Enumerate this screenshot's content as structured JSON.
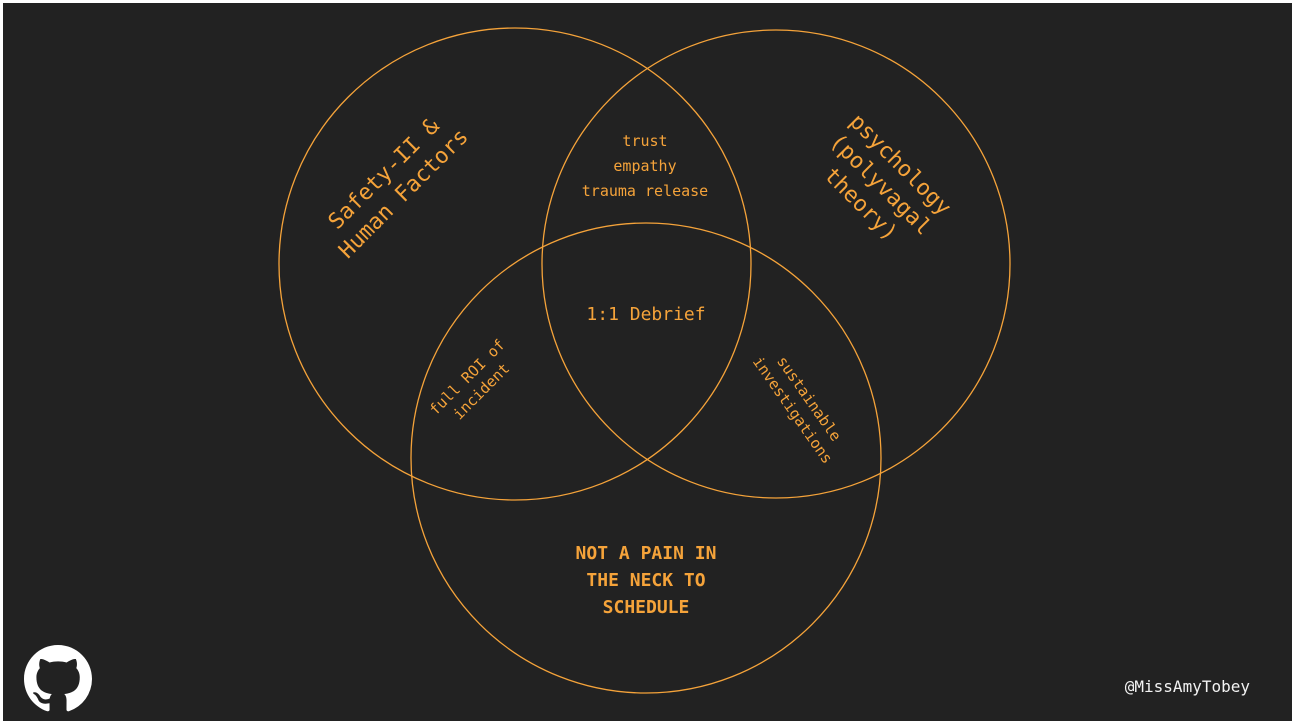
{
  "accent_color": "#f5a33a",
  "background_color": "#222222",
  "diagram": {
    "circles": [
      {
        "id": "top-left",
        "label": [
          "Safety-II &",
          "Human Factors"
        ]
      },
      {
        "id": "top-right",
        "label": [
          "psychology",
          "(polyvagal",
          "theory)"
        ]
      },
      {
        "id": "bottom",
        "label": [
          "NOT A PAIN IN",
          "THE NECK TO",
          "SCHEDULE"
        ]
      }
    ],
    "overlaps": {
      "top": [
        "trust",
        "empathy",
        "trauma release"
      ],
      "left": [
        "full ROI of",
        "incident"
      ],
      "right": [
        "sustainable",
        "investigations"
      ],
      "center": "1:1 Debrief"
    }
  },
  "footer": {
    "logo_icon": "github-icon",
    "handle": "@MissAmyTobey"
  }
}
